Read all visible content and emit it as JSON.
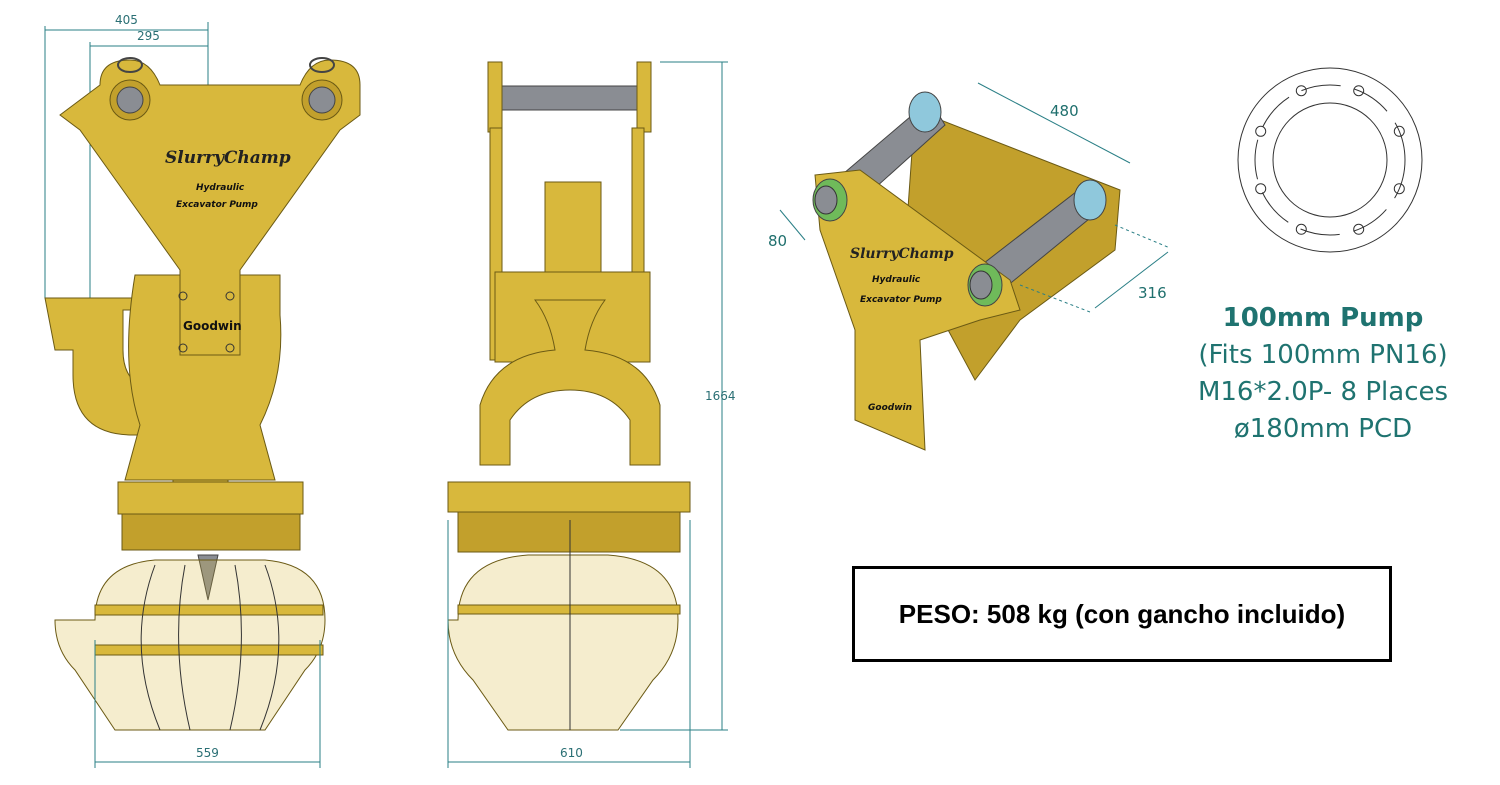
{
  "front_view": {
    "dims": {
      "overall_offset": "405",
      "inlet_offset": "295",
      "cage_width": "559"
    },
    "logo": {
      "brand": "SlurryChamp",
      "line1": "Hydraulic",
      "line2": "Excavator Pump",
      "maker": "Goodwin"
    }
  },
  "side_view": {
    "dims": {
      "height": "1664",
      "width": "610"
    }
  },
  "iso_view": {
    "dims": {
      "pin_spacing": "480",
      "pin_dia": "80",
      "pin_length": "316"
    },
    "logo": {
      "brand": "SlurryChamp",
      "line1": "Hydraulic",
      "line2": "Excavator Pump",
      "maker": "Goodwin"
    }
  },
  "flange": {
    "bolt_holes": 8,
    "title": "100mm Pump",
    "line1": "(Fits 100mm PN16)",
    "line2": "M16*2.0P- 8 Places",
    "line3": "ø180mm PCD"
  },
  "weight_note": "PESO: 508 kg (con gancho incluido)",
  "colors": {
    "pump_yellow": "#d8b83c",
    "dimension_teal": "#2a7f86",
    "spec_text": "#1f7370"
  }
}
